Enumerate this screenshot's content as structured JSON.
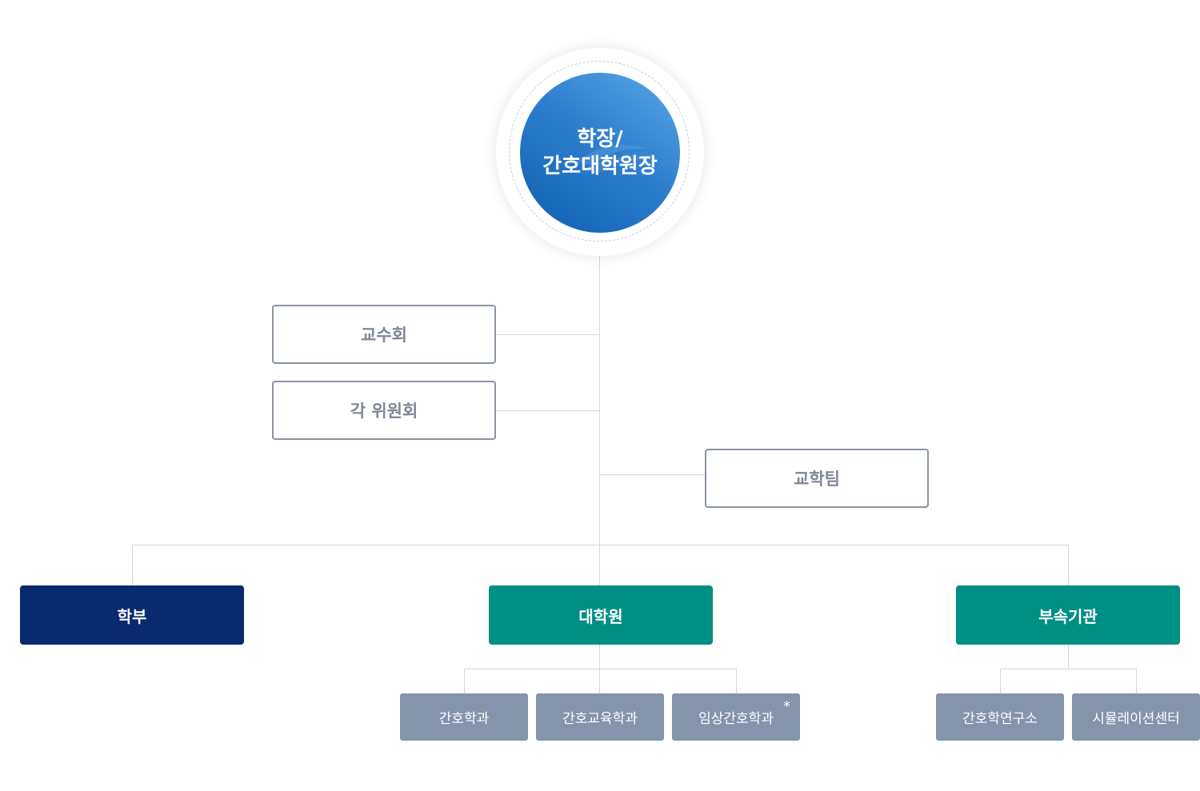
{
  "top": {
    "line1": "학장/",
    "line2": "간호대학원장"
  },
  "committees": {
    "faculty_council": "교수회",
    "committees": "각 위원회",
    "academic_team": "교학팀"
  },
  "units": {
    "undergraduate": "학부",
    "graduate_school": "대학원",
    "affiliated": "부속기관"
  },
  "graduate_departments": [
    {
      "label": "간호학과"
    },
    {
      "label": "간호교육학과"
    },
    {
      "label": "임상간호학과",
      "mark": "*"
    }
  ],
  "affiliated_institutes": [
    {
      "label": "간호학연구소"
    },
    {
      "label": "시뮬레이션센터"
    }
  ],
  "colors": {
    "navy": "#082a6e",
    "teal": "#008f84",
    "sub_gray": "#8594ab",
    "circle_blue": "#2f7fd0"
  }
}
